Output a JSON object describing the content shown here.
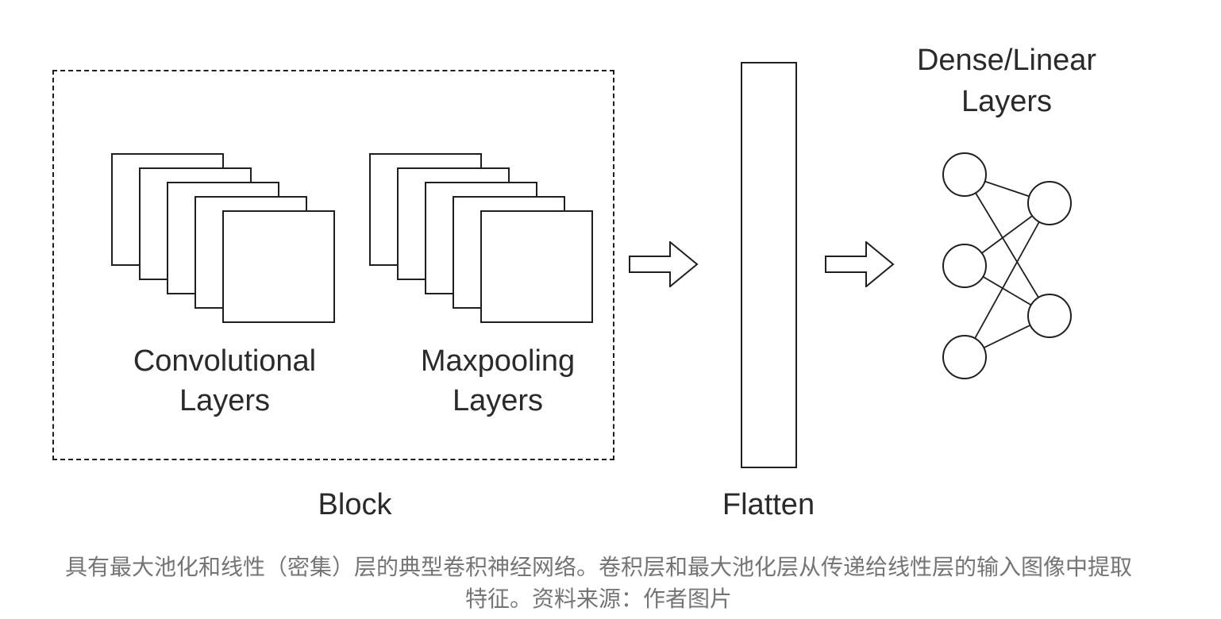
{
  "page": {
    "background_color": "#ffffff",
    "stroke_color": "#1f1f1f",
    "label_color": "#2a2a2a",
    "caption_color": "#757575"
  },
  "diagram": {
    "block": {
      "label": "Block",
      "conv": {
        "label_line1": "Convolutional",
        "label_line2": "Layers",
        "layer_count": 5
      },
      "maxpool": {
        "label_line1": "Maxpooling",
        "label_line2": "Layers",
        "layer_count": 5
      }
    },
    "flatten": {
      "label": "Flatten"
    },
    "dense": {
      "label_line1": "Dense/Linear",
      "label_line2": "Layers",
      "input_node_count": 3,
      "output_node_count": 2,
      "connection_count": 6
    },
    "arrows": {
      "count": 2,
      "direction": "right"
    }
  },
  "caption": {
    "line1": "具有最大池化和线性（密集）层的典型卷积神经网络。卷积层和最大池化层从传递给线性层的输入图像中提取",
    "line2": "特征。资料来源：作者图片"
  }
}
